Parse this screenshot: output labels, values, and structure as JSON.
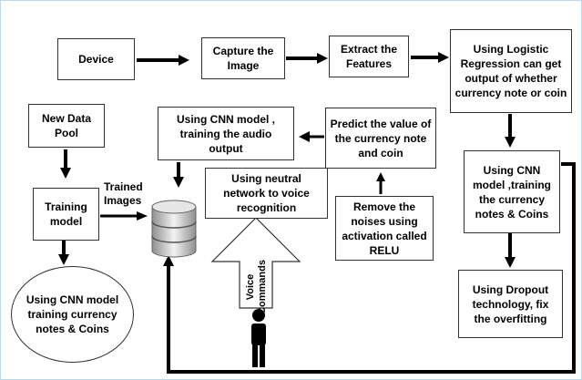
{
  "nodes": {
    "device": "Device",
    "capture": "Capture the Image",
    "extract": "Extract the Features",
    "logistic": "Using Logistic Regression  can get output of whether currency note or coin",
    "new_data_pool": "New Data Pool",
    "cnn_audio": "Using CNN model , training the audio output",
    "predict": "Predict the value of the currency note and coin",
    "training_model": "Training model",
    "neural_voice": "Using neutral network to voice recognition",
    "cnn_training_right": "Using CNN model ,training the currency notes & Coins",
    "remove_noise": "Remove the noises using activation called RELU",
    "cnn_training_left": "Using CNN model  training currency notes & Coins",
    "dropout": "Using Dropout technology, fix the overfitting"
  },
  "labels": {
    "trained_images": "Trained Images",
    "voice_commands": "Voice Commands"
  },
  "icons": [
    "database-icon",
    "person-icon"
  ],
  "colors": {
    "line": "#000000",
    "frame": "#bcd9ea"
  }
}
